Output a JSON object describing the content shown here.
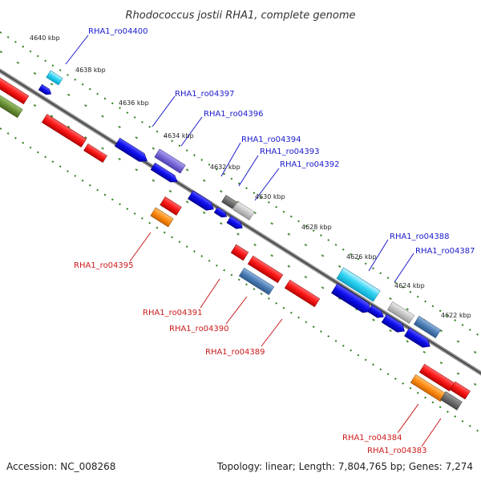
{
  "title": "Rhodococcus jostii RHA1, complete genome",
  "footer": {
    "accession": "Accession: NC_008268",
    "summary": "Topology: linear; Length: 7,804,765 bp; Genes: 7,274"
  },
  "colors": {
    "backbone": "#8c8c8c",
    "tick_green": "#2e7d1a",
    "label_plus": "#1a1acc",
    "label_minus": "#cc1a1a"
  },
  "ruler": [
    {
      "label": "4640 kbp"
    },
    {
      "label": "4638 kbp"
    },
    {
      "label": "4636 kbp"
    },
    {
      "label": "4634 kbp"
    },
    {
      "label": "4632 kbp"
    },
    {
      "label": "4630 kbp"
    },
    {
      "label": "4628 kbp"
    },
    {
      "label": "4626 kbp"
    },
    {
      "label": "4624 kbp"
    },
    {
      "label": "4622 kbp"
    }
  ],
  "gene_labels": {
    "plus": [
      {
        "label": "RHA1_ro04400"
      },
      {
        "label": "RHA1_ro04397"
      },
      {
        "label": "RHA1_ro04396"
      },
      {
        "label": "RHA1_ro04394"
      },
      {
        "label": "RHA1_ro04393"
      },
      {
        "label": "RHA1_ro04392"
      },
      {
        "label": "RHA1_ro04388"
      },
      {
        "label": "RHA1_ro04387"
      }
    ],
    "minus": [
      {
        "label": "RHA1_ro04395"
      },
      {
        "label": "RHA1_ro04391"
      },
      {
        "label": "RHA1_ro04390"
      },
      {
        "label": "RHA1_ro04389"
      },
      {
        "label": "RHA1_ro04384"
      },
      {
        "label": "RHA1_ro04383"
      }
    ]
  }
}
